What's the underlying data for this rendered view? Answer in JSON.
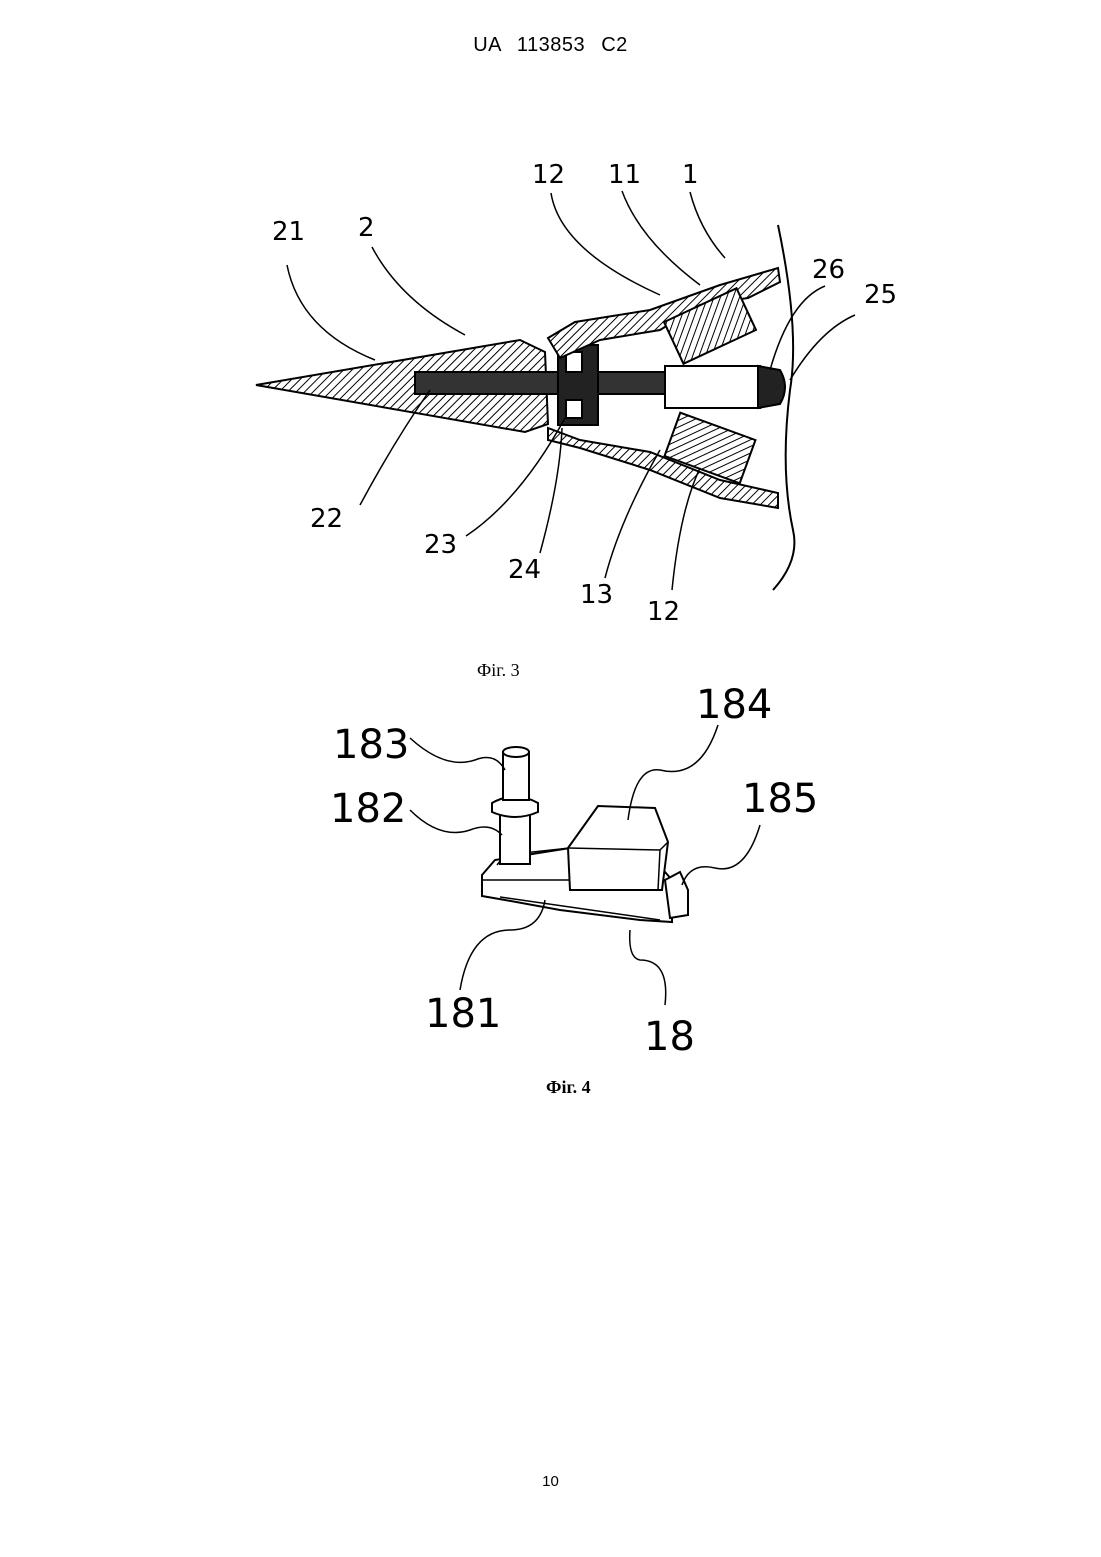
{
  "header": "UA 113853 C2",
  "figure3": {
    "caption": "Фіг. 3",
    "labels": {
      "l1": "1",
      "l2": "2",
      "l11": "11",
      "l12a": "12",
      "l12b": "12",
      "l13": "13",
      "l21": "21",
      "l22": "22",
      "l23": "23",
      "l24": "24",
      "l25": "25",
      "l26": "26"
    }
  },
  "figure4": {
    "caption": "Фіг. 4",
    "labels": {
      "l18": "18",
      "l181": "181",
      "l182": "182",
      "l183": "183",
      "l184": "184",
      "l185": "185"
    }
  },
  "page_number": "10"
}
